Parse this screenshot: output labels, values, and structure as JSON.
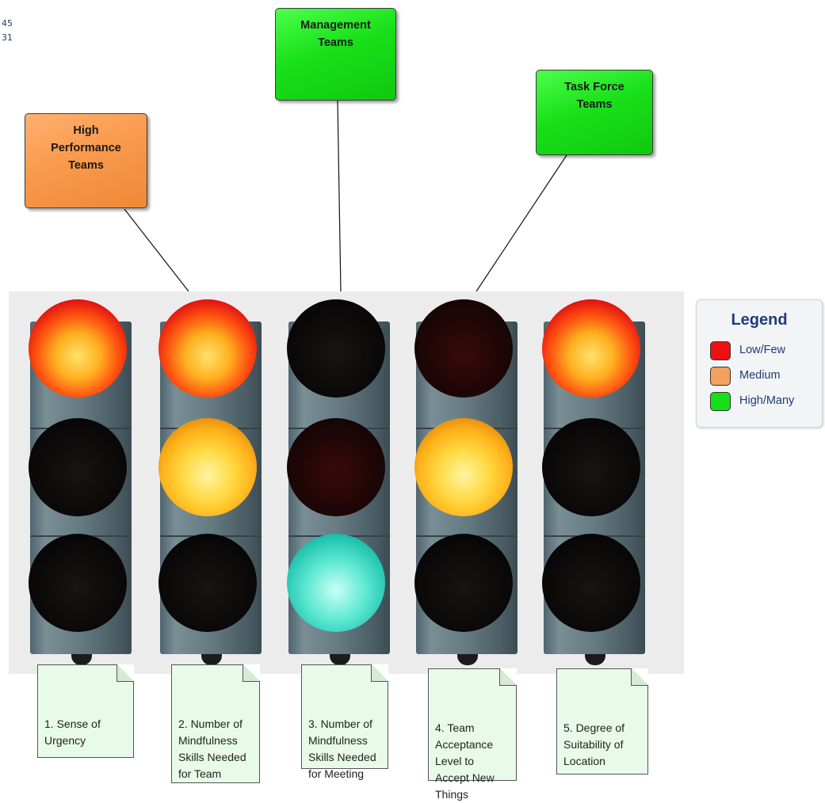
{
  "corner_numbers": [
    "45",
    "31"
  ],
  "team_boxes": [
    {
      "text": "High\nPerformance\nTeams",
      "color": "#f99a4c"
    },
    {
      "text": "Management\nTeams",
      "color": "#19e019"
    },
    {
      "text": "Task Force\nTeams",
      "color": "#19e019"
    }
  ],
  "traffic_lights": [
    {
      "note": "1. Sense of\nUrgency",
      "lit": "red"
    },
    {
      "note": "2. Number of\nMindfulness\nSkills Needed\nfor Team",
      "lit": "red+amber"
    },
    {
      "note": "3. Number of\nMindfulness\nSkills Needed\nfor Meeting",
      "lit": "green"
    },
    {
      "note": "4. Team\nAcceptance\nLevel to\nAccept New\nThings",
      "lit": "amber"
    },
    {
      "note": "5. Degree of\nSuitability of\nLocation",
      "lit": "red"
    }
  ],
  "legend": {
    "title": "Legend",
    "items": [
      {
        "label": "Low/Few",
        "color": "#ee1010"
      },
      {
        "label": "Medium",
        "color": "#f6a060"
      },
      {
        "label": "High/Many",
        "color": "#16e016"
      }
    ]
  }
}
